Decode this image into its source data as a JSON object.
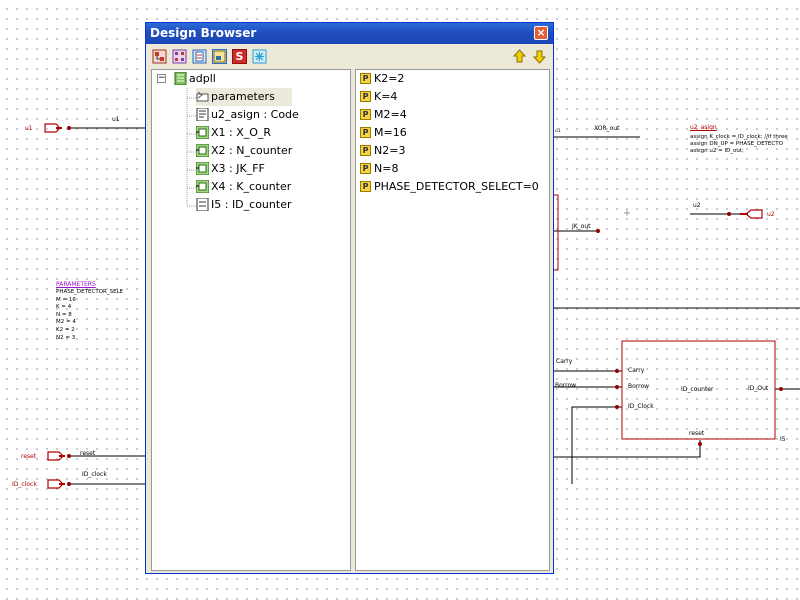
{
  "schematic": {
    "ports_in": {
      "u1": "u1",
      "reset": "reset",
      "id_clock": "ID_clock"
    },
    "net_labels": {
      "u1": "u1",
      "reset": "reset",
      "id_clock": "ID_clock",
      "xor_out": "XOR_out",
      "xor_small": "u1",
      "jk_out": "JK_out",
      "u2": "u2",
      "carry": "Carry",
      "borrow": "Borrow"
    },
    "port_out_u2": "u2",
    "parameters_block": {
      "title": "PARAMETERS",
      "lines": [
        "PHASE_DETECTOR_SELE",
        "M = 16",
        "K = 4",
        "N = 8",
        "M2 = 4",
        "K2 = 2",
        "N2 = 3"
      ]
    },
    "code_block": {
      "title": "u2_asign",
      "lines": [
        "assign K_clock = ID_clock;  //if three",
        "assign DN_UP = PHASE_DETECTO",
        "assign u2 = ID_out;"
      ]
    },
    "id_counter": {
      "pins": {
        "carry": "Carry",
        "borrow": "Borrow",
        "id_clock": "ID_Clock",
        "reset": "reset",
        "out": "ID_Out"
      },
      "name": "ID_counter",
      "instance": "I5"
    }
  },
  "browser": {
    "title": "Design Browser",
    "close": "×",
    "toolbar": [
      {
        "icon": "hierarchy-icon",
        "color": "#c0392b"
      },
      {
        "icon": "grid-icon",
        "color": "#7a3fa0"
      },
      {
        "icon": "module-icon",
        "color": "#2d6ab0"
      },
      {
        "icon": "show-icon",
        "color": "#d9a400"
      },
      {
        "icon": "s-icon",
        "label": "S",
        "color": "#d02a2a"
      },
      {
        "icon": "snow-icon",
        "color": "#2a9fd0"
      },
      {
        "icon": "arrow-up-icon",
        "color": "#e8c000"
      },
      {
        "icon": "arrow-down-icon",
        "color": "#e8c000"
      }
    ],
    "tree": {
      "collapse": "−",
      "root": "adpll",
      "items": [
        {
          "label": "parameters",
          "icon": "parameters-icon"
        },
        {
          "label": "u2_asign : Code",
          "icon": "code-icon"
        },
        {
          "label": "X1 : X_O_R",
          "icon": "component-icon"
        },
        {
          "label": "X2 : N_counter",
          "icon": "component-icon"
        },
        {
          "label": "X3 : JK_FF",
          "icon": "component-icon"
        },
        {
          "label": "X4 : K_counter",
          "icon": "component-icon"
        },
        {
          "label": "I5 : ID_counter",
          "icon": "instance-icon"
        }
      ]
    },
    "properties": {
      "icon_letter": "P",
      "items": [
        "K2=2",
        "K=4",
        "M2=4",
        "M=16",
        "N2=3",
        "N=8",
        "PHASE_DETECTOR_SELECT=0"
      ]
    }
  }
}
